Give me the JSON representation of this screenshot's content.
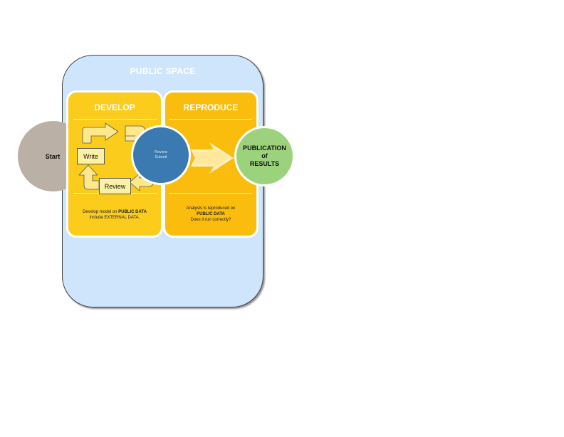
{
  "public_space": {
    "title": "PUBLIC SPACE"
  },
  "start": {
    "label": "Start"
  },
  "develop": {
    "title": "DEVELOP",
    "write_label": "Write",
    "review_label": "Review",
    "caption_line1_prefix": "Develop model on ",
    "caption_line1_bold": "PUBLIC DATA",
    "caption_line2": "include EXTERNAL DATA."
  },
  "review_submit": {
    "line1": "Review",
    "line2": "Submit"
  },
  "reproduce": {
    "title": "REPRODUCE",
    "caption_line1": "Analysis is reproduced on",
    "caption_line2": "PUBLIC DATA",
    "caption_line3": "Does it run correctly?"
  },
  "results": {
    "line1": "PUBLICATION",
    "line2": "of",
    "line3": "RESULTS"
  },
  "colors": {
    "public_space_bg": "#cfe5fb",
    "develop_bg": "#fccc1d",
    "reproduce_bg": "#fbbd0d",
    "start": "#bab0a5",
    "review_submit": "#3b7ab0",
    "results": "#9cd27c",
    "cycle_arrow": "#fde98c"
  }
}
